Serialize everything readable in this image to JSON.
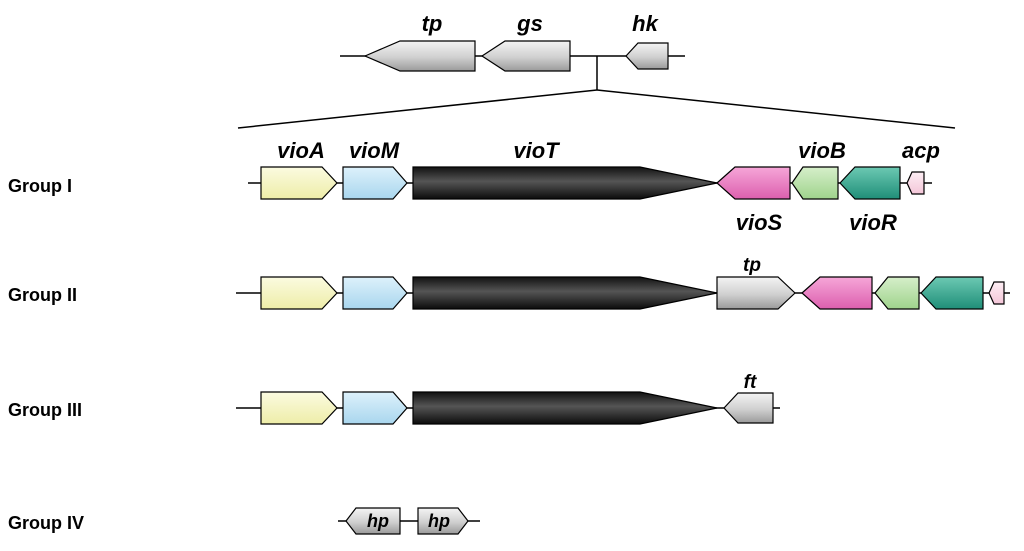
{
  "top_cluster": {
    "genes": [
      "tp",
      "gs",
      "hk"
    ]
  },
  "groups": [
    {
      "label": "Group I",
      "genes": [
        "vioA",
        "vioM",
        "vioT",
        "vioS",
        "vioB",
        "vioR",
        "acp"
      ]
    },
    {
      "label": "Group II",
      "genes": [
        "",
        "",
        "",
        "tp",
        "",
        "",
        "",
        ""
      ]
    },
    {
      "label": "Group III",
      "genes": [
        "",
        "",
        "",
        "ft"
      ]
    },
    {
      "label": "Group IV",
      "genes": [
        "hp",
        "hp"
      ]
    }
  ],
  "colors": {
    "vioA": "#f7f6c4",
    "vioM": "#c3e4f5",
    "vioT": "#2a2a2a",
    "vioS": "#ec7ec3",
    "vioB": "#b9e0a8",
    "vioR": "#3aab93",
    "acp": "#fadbe6",
    "grey": "#cfcfcf"
  }
}
